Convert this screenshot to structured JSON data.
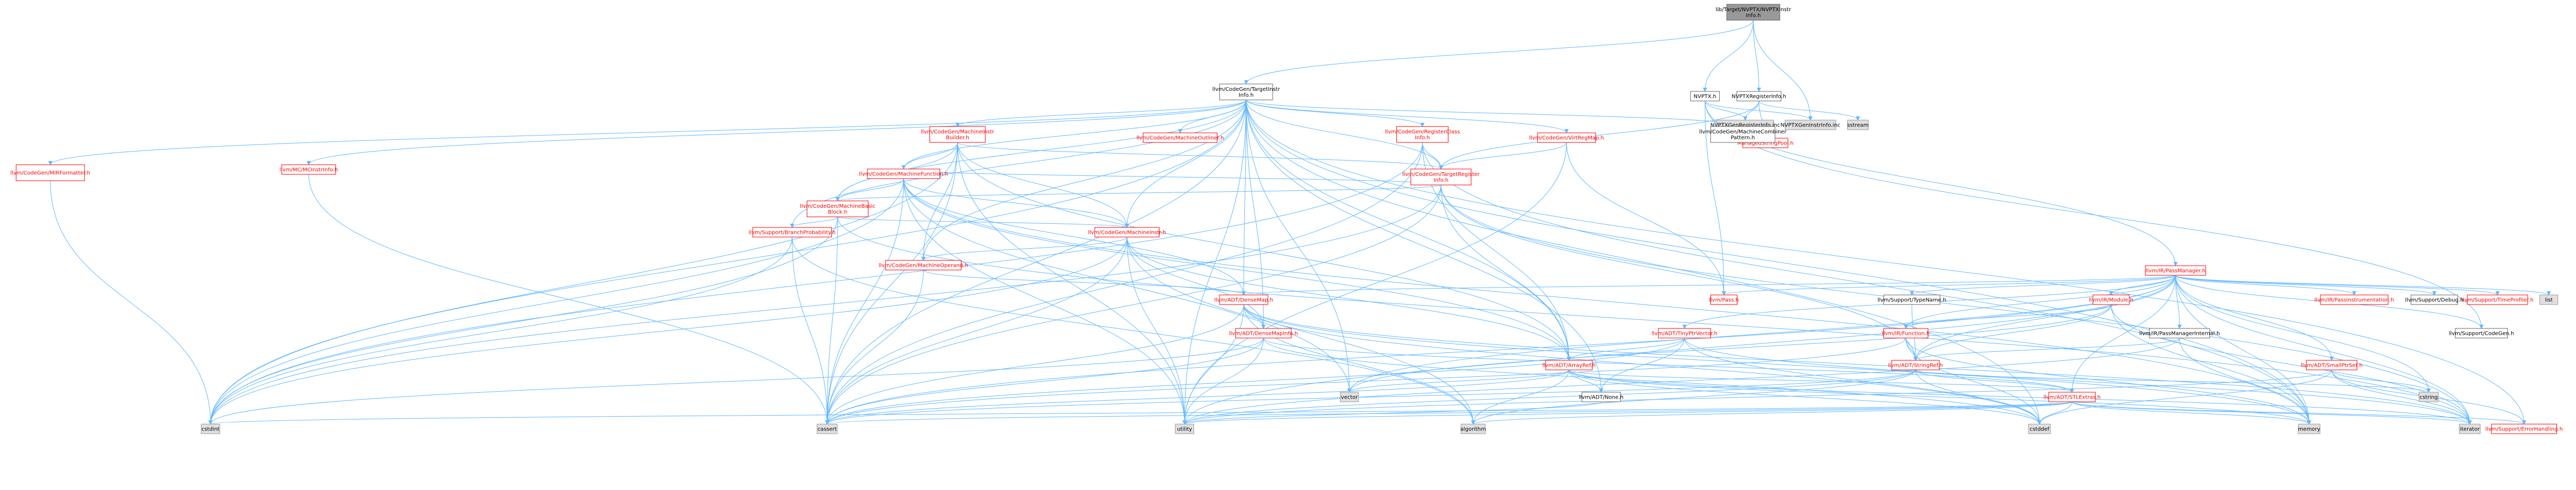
{
  "graph": {
    "root": "lib/Target/NVPTX/NVPTXInstrInfo.h",
    "nodes": [
      {
        "id": "root",
        "label": [
          "lib/Target/NVPTX/NVPTXInstr",
          "Info.h"
        ],
        "kind": "root"
      },
      {
        "id": "tii",
        "label": [
          "llvm/CodeGen/TargetInstr",
          "Info.h"
        ],
        "kind": "white"
      },
      {
        "id": "nvptx",
        "label": [
          "NVPTX.h"
        ],
        "kind": "white"
      },
      {
        "id": "nvptxreg",
        "label": [
          "NVPTXRegisterInfo.h"
        ],
        "kind": "white"
      },
      {
        "id": "genreginc",
        "label": [
          "NVPTXGenRegisterInfo.inc"
        ],
        "kind": "gray"
      },
      {
        "id": "geninstrinc",
        "label": [
          "NVPTXGenInstrInfo.inc"
        ],
        "kind": "gray"
      },
      {
        "id": "sstream",
        "label": [
          "sstream"
        ],
        "kind": "gray"
      },
      {
        "id": "managedsp",
        "label": [
          "ManagedStringPool.h"
        ],
        "kind": "red"
      },
      {
        "id": "mirfmt",
        "label": [
          "llvm/CodeGen/MIRFormatter.h"
        ],
        "kind": "red"
      },
      {
        "id": "mcinstr",
        "label": [
          "llvm/MC/MCInstrInfo.h"
        ],
        "kind": "red"
      },
      {
        "id": "mib",
        "label": [
          "llvm/CodeGen/MachineInstr",
          "Builder.h"
        ],
        "kind": "red"
      },
      {
        "id": "mout",
        "label": [
          "llvm/CodeGen/MachineOutliner.h"
        ],
        "kind": "red"
      },
      {
        "id": "trc",
        "label": [
          "llvm/CodeGen/RegisterClass",
          "Info.h"
        ],
        "kind": "red"
      },
      {
        "id": "vrm",
        "label": [
          "llvm/CodeGen/VirtRegMap.h"
        ],
        "kind": "red"
      },
      {
        "id": "mcomb",
        "label": [
          "llvm/CodeGen/MachineCombiner",
          "Pattern.h"
        ],
        "kind": "white"
      },
      {
        "id": "tri",
        "label": [
          "llvm/CodeGen/TargetRegister",
          "Info.h"
        ],
        "kind": "red"
      },
      {
        "id": "mf",
        "label": [
          "llvm/CodeGen/MachineFunction.h"
        ],
        "kind": "red"
      },
      {
        "id": "mbb",
        "label": [
          "llvm/CodeGen/MachineBasic",
          "Block.h"
        ],
        "kind": "red"
      },
      {
        "id": "bprob",
        "label": [
          "llvm/Support/BranchProbability.h"
        ],
        "kind": "red"
      },
      {
        "id": "mi",
        "label": [
          "llvm/CodeGen/MachineInstr.h"
        ],
        "kind": "red"
      },
      {
        "id": "mop",
        "label": [
          "llvm/CodeGen/MachineOperand.h"
        ],
        "kind": "red"
      },
      {
        "id": "pm",
        "label": [
          "llvm/IR/PassManager.h"
        ],
        "kind": "red"
      },
      {
        "id": "densemap",
        "label": [
          "llvm/ADT/DenseMap.h"
        ],
        "kind": "red"
      },
      {
        "id": "densemapinfo",
        "label": [
          "llvm/ADT/DenseMapInfo.h"
        ],
        "kind": "red"
      },
      {
        "id": "pass",
        "label": [
          "llvm/Pass.h"
        ],
        "kind": "red"
      },
      {
        "id": "tinyptr",
        "label": [
          "llvm/ADT/TinyPtrVector.h"
        ],
        "kind": "red"
      },
      {
        "id": "module",
        "label": [
          "llvm/IR/Module.h"
        ],
        "kind": "red"
      },
      {
        "id": "function",
        "label": [
          "llvm/IR/Function.h"
        ],
        "kind": "red"
      },
      {
        "id": "typename",
        "label": [
          "llvm/Support/TypeName.h"
        ],
        "kind": "white"
      },
      {
        "id": "pmi",
        "label": [
          "llvm/IR/PassManagerInternal.h"
        ],
        "kind": "white"
      },
      {
        "id": "passinst",
        "label": [
          "llvm/IR/PassInstrumentation.h"
        ],
        "kind": "red"
      },
      {
        "id": "debug",
        "label": [
          "llvm/Support/Debug.h"
        ],
        "kind": "white"
      },
      {
        "id": "timeprof",
        "label": [
          "llvm/Support/TimeProfiler.h"
        ],
        "kind": "red"
      },
      {
        "id": "list",
        "label": [
          "list"
        ],
        "kind": "gray"
      },
      {
        "id": "codegen",
        "label": [
          "llvm/Support/CodeGen.h"
        ],
        "kind": "white"
      },
      {
        "id": "arrayref",
        "label": [
          "llvm/ADT/ArrayRef.h"
        ],
        "kind": "red"
      },
      {
        "id": "stringref",
        "label": [
          "llvm/ADT/StringRef.h"
        ],
        "kind": "red"
      },
      {
        "id": "smallptrset",
        "label": [
          "llvm/ADT/SmallPtrSet.h"
        ],
        "kind": "red"
      },
      {
        "id": "none",
        "label": [
          "llvm/ADT/None.h"
        ],
        "kind": "white"
      },
      {
        "id": "stlextras",
        "label": [
          "llvm/ADT/STLExtras.h"
        ],
        "kind": "red"
      },
      {
        "id": "errh",
        "label": [
          "llvm/Support/ErrorHandling.h"
        ],
        "kind": "red"
      },
      {
        "id": "vector",
        "label": [
          "vector"
        ],
        "kind": "gray"
      },
      {
        "id": "cstring",
        "label": [
          "cstring"
        ],
        "kind": "gray"
      },
      {
        "id": "cstdint",
        "label": [
          "cstdint"
        ],
        "kind": "gray"
      },
      {
        "id": "cassert",
        "label": [
          "cassert"
        ],
        "kind": "gray"
      },
      {
        "id": "utility",
        "label": [
          "utility"
        ],
        "kind": "gray"
      },
      {
        "id": "algorithm",
        "label": [
          "algorithm"
        ],
        "kind": "gray"
      },
      {
        "id": "cstddef",
        "label": [
          "cstddef"
        ],
        "kind": "gray"
      },
      {
        "id": "memory",
        "label": [
          "memory"
        ],
        "kind": "gray"
      },
      {
        "id": "iterator",
        "label": [
          "iterator"
        ],
        "kind": "gray"
      }
    ],
    "edges": [
      [
        "root",
        "tii"
      ],
      [
        "root",
        "nvptx"
      ],
      [
        "root",
        "nvptxreg"
      ],
      [
        "root",
        "geninstrinc"
      ],
      [
        "nvptx",
        "pm"
      ],
      [
        "nvptx",
        "pass"
      ],
      [
        "nvptx",
        "codegen"
      ],
      [
        "nvptx",
        "geninstrinc"
      ],
      [
        "nvptx",
        "genreginc"
      ],
      [
        "nvptxreg",
        "tri"
      ],
      [
        "nvptxreg",
        "managedsp"
      ],
      [
        "nvptxreg",
        "sstream"
      ],
      [
        "nvptxreg",
        "genreginc"
      ],
      [
        "tii",
        "mirfmt"
      ],
      [
        "tii",
        "mcinstr"
      ],
      [
        "tii",
        "mib"
      ],
      [
        "tii",
        "mout"
      ],
      [
        "tii",
        "trc"
      ],
      [
        "tii",
        "vrm"
      ],
      [
        "tii",
        "mcomb"
      ],
      [
        "tii",
        "tri"
      ],
      [
        "tii",
        "mf"
      ],
      [
        "tii",
        "mbb"
      ],
      [
        "tii",
        "bprob"
      ],
      [
        "tii",
        "mi"
      ],
      [
        "tii",
        "mop"
      ],
      [
        "tii",
        "densemap"
      ],
      [
        "tii",
        "densemapinfo"
      ],
      [
        "tii",
        "arrayref"
      ],
      [
        "tii",
        "none"
      ],
      [
        "tii",
        "errh"
      ],
      [
        "tii",
        "vector"
      ],
      [
        "tii",
        "cstdint"
      ],
      [
        "tii",
        "cassert"
      ],
      [
        "tii",
        "utility"
      ],
      [
        "tii",
        "cstddef"
      ],
      [
        "tii",
        "memory"
      ],
      [
        "mib",
        "mf"
      ],
      [
        "mib",
        "mbb"
      ],
      [
        "mib",
        "mi"
      ],
      [
        "mib",
        "mop"
      ],
      [
        "mib",
        "tri"
      ],
      [
        "mib",
        "arrayref"
      ],
      [
        "mib",
        "cstdint"
      ],
      [
        "mib",
        "cassert"
      ],
      [
        "mib",
        "utility"
      ],
      [
        "trc",
        "tri"
      ],
      [
        "trc",
        "arrayref"
      ],
      [
        "trc",
        "cassert"
      ],
      [
        "trc",
        "cstdint"
      ],
      [
        "trc",
        "memory"
      ],
      [
        "vrm",
        "tri"
      ],
      [
        "vrm",
        "pass"
      ],
      [
        "vrm",
        "utility"
      ],
      [
        "tri",
        "mf"
      ],
      [
        "tri",
        "mbb"
      ],
      [
        "tri",
        "arrayref"
      ],
      [
        "tri",
        "stringref"
      ],
      [
        "tri",
        "cassert"
      ],
      [
        "tri",
        "cstdint"
      ],
      [
        "tri",
        "iterator"
      ],
      [
        "mf",
        "mbb"
      ],
      [
        "mf",
        "mi"
      ],
      [
        "mf",
        "densemap"
      ],
      [
        "mf",
        "arrayref"
      ],
      [
        "mf",
        "cassert"
      ],
      [
        "mf",
        "cstdint"
      ],
      [
        "mf",
        "memory"
      ],
      [
        "mf",
        "utility"
      ],
      [
        "mf",
        "vector"
      ],
      [
        "mbb",
        "bprob"
      ],
      [
        "mbb",
        "mi"
      ],
      [
        "mbb",
        "cassert"
      ],
      [
        "mbb",
        "cstdint"
      ],
      [
        "mbb",
        "iterator"
      ],
      [
        "bprob",
        "cassert"
      ],
      [
        "bprob",
        "algorithm"
      ],
      [
        "bprob",
        "cstdint"
      ],
      [
        "mi",
        "mop"
      ],
      [
        "mi",
        "densemapinfo"
      ],
      [
        "mi",
        "arrayref"
      ],
      [
        "mi",
        "cassert"
      ],
      [
        "mi",
        "cstdint"
      ],
      [
        "mi",
        "utility"
      ],
      [
        "mi",
        "algorithm"
      ],
      [
        "mop",
        "densemap"
      ],
      [
        "mop",
        "cassert"
      ],
      [
        "mcinstr",
        "cassert"
      ],
      [
        "mirfmt",
        "cstdint"
      ],
      [
        "pm",
        "densemap"
      ],
      [
        "pm",
        "pass"
      ],
      [
        "pm",
        "tinyptr"
      ],
      [
        "pm",
        "module"
      ],
      [
        "pm",
        "function"
      ],
      [
        "pm",
        "typename"
      ],
      [
        "pm",
        "pmi"
      ],
      [
        "pm",
        "passinst"
      ],
      [
        "pm",
        "debug"
      ],
      [
        "pm",
        "timeprof"
      ],
      [
        "pm",
        "list"
      ],
      [
        "pm",
        "smallptrset"
      ],
      [
        "pm",
        "stringref"
      ],
      [
        "pm",
        "stlextras"
      ],
      [
        "pm",
        "cassert"
      ],
      [
        "pm",
        "cstring"
      ],
      [
        "pm",
        "iterator"
      ],
      [
        "pm",
        "memory"
      ],
      [
        "pm",
        "utility"
      ],
      [
        "pm",
        "vector"
      ],
      [
        "pm",
        "codegen"
      ],
      [
        "densemap",
        "densemapinfo"
      ],
      [
        "densemap",
        "cassert"
      ],
      [
        "densemap",
        "algorithm"
      ],
      [
        "densemap",
        "cstddef"
      ],
      [
        "densemap",
        "iterator"
      ],
      [
        "densemap",
        "utility"
      ],
      [
        "densemap",
        "memory"
      ],
      [
        "densemapinfo",
        "cassert"
      ],
      [
        "densemapinfo",
        "cstddef"
      ],
      [
        "densemapinfo",
        "cstdint"
      ],
      [
        "densemapinfo",
        "utility"
      ],
      [
        "densemapinfo",
        "stlextras"
      ],
      [
        "tinyptr",
        "arrayref"
      ],
      [
        "tinyptr",
        "none"
      ],
      [
        "tinyptr",
        "cassert"
      ],
      [
        "tinyptr",
        "cstddef"
      ],
      [
        "tinyptr",
        "iterator"
      ],
      [
        "module",
        "stringref"
      ],
      [
        "module",
        "function"
      ],
      [
        "module",
        "iterator"
      ],
      [
        "module",
        "memory"
      ],
      [
        "module",
        "vector"
      ],
      [
        "function",
        "stringref"
      ],
      [
        "function",
        "cassert"
      ],
      [
        "function",
        "cstddef"
      ],
      [
        "function",
        "memory"
      ],
      [
        "typename",
        "stringref"
      ],
      [
        "pmi",
        "stringref"
      ],
      [
        "pmi",
        "memory"
      ],
      [
        "pmi",
        "utility"
      ],
      [
        "smallptrset",
        "errh"
      ],
      [
        "smallptrset",
        "cstring"
      ],
      [
        "smallptrset",
        "cstddef"
      ],
      [
        "smallptrset",
        "iterator"
      ],
      [
        "smallptrset",
        "utility"
      ],
      [
        "arrayref",
        "none"
      ],
      [
        "arrayref",
        "stlextras"
      ],
      [
        "arrayref",
        "algorithm"
      ],
      [
        "arrayref",
        "cassert"
      ],
      [
        "arrayref",
        "cstddef"
      ],
      [
        "arrayref",
        "memory"
      ],
      [
        "arrayref",
        "vector"
      ],
      [
        "arrayref",
        "iterator"
      ],
      [
        "stringref",
        "stlextras"
      ],
      [
        "stringref",
        "algorithm"
      ],
      [
        "stringref",
        "cassert"
      ],
      [
        "stringref",
        "cstddef"
      ],
      [
        "stringref",
        "cstring"
      ],
      [
        "stringref",
        "utility"
      ],
      [
        "stlextras",
        "errh"
      ],
      [
        "stlextras",
        "algorithm"
      ],
      [
        "stlextras",
        "cassert"
      ],
      [
        "stlextras",
        "cstddef"
      ],
      [
        "stlextras",
        "cstdint"
      ],
      [
        "stlextras",
        "iterator"
      ],
      [
        "stlextras",
        "memory"
      ],
      [
        "stlextras",
        "utility"
      ],
      [
        "none",
        "utility"
      ]
    ]
  }
}
